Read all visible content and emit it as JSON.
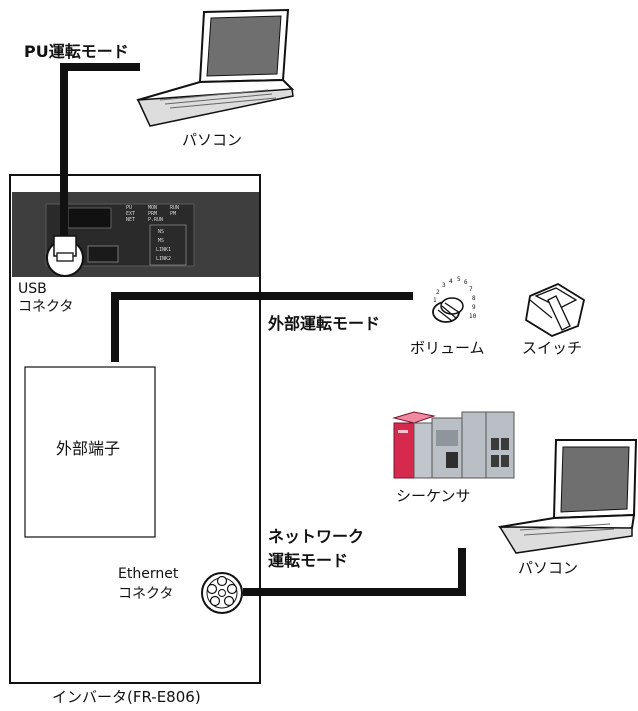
{
  "diagram": {
    "modes": {
      "pu": "PU運転モード",
      "external": "外部運転モード",
      "network_line1": "ネットワーク",
      "network_line2": "運転モード"
    },
    "devices": {
      "pc_top": "パソコン",
      "pc_bottom": "パソコン",
      "volume": "ボリューム",
      "switch": "スイッチ",
      "sequencer": "シーケンサ"
    },
    "inverter": {
      "caption": "インバータ(FR-E806)",
      "usb_line1": "USB",
      "usb_line2": "コネクタ",
      "terminal": "外部端子",
      "ethernet_line1": "Ethernet",
      "ethernet_line2": "コネクタ",
      "panel_leds": {
        "pu": "PU",
        "ext": "EXT",
        "net": "NET",
        "mon": "MON",
        "prm": "PRM",
        "prun": "P.RUN",
        "run": "RUN",
        "pm": "PM",
        "ns": "NS",
        "ms": "MS",
        "link1": "LINK1",
        "link2": "LINK2"
      },
      "dial_scale": [
        "1",
        "2",
        "3",
        "4",
        "5",
        "6",
        "7",
        "8",
        "9",
        "10"
      ]
    },
    "colors": {
      "line": "#111111",
      "panel": "#3e3e3e",
      "sequencer_accent": "#d6294e",
      "sequencer_body": "#b9bfc4"
    }
  }
}
